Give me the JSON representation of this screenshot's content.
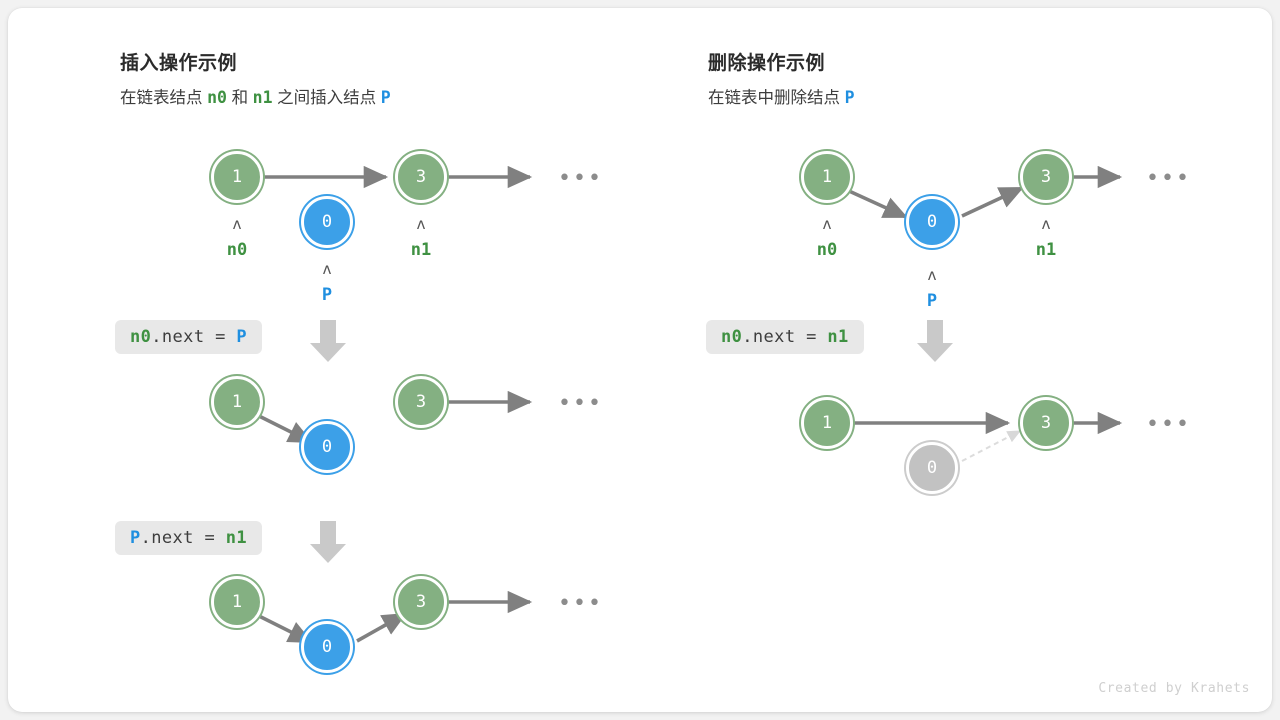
{
  "figure": {
    "credit": "Created by Krahets",
    "colors": {
      "green": "#84b082",
      "green_text": "#3f9142",
      "blue": "#3ca0e8",
      "blue_text": "#1f8fe0",
      "gray_node": "#c2c2c2",
      "wire": "#808080",
      "chip_bg": "#e8e8e8",
      "card_bg": "#ffffff",
      "page_bg": "#f2f2f2"
    }
  },
  "panels": [
    {
      "id": "insert",
      "title": "插入操作示例",
      "subtitle": {
        "pre": "在链表结点",
        "arg1": "n0",
        "mid": "和",
        "arg2": "n1",
        "post": "之间插入结点",
        "arg3": "P"
      },
      "steps": [
        {
          "code": {
            "target": "n0",
            "prop": ".next = ",
            "value": "P"
          },
          "nodes": [
            {
              "value": "1",
              "color": "green",
              "label": "n0"
            },
            {
              "value": "0",
              "color": "blue",
              "label": "P"
            },
            {
              "value": "3",
              "color": "green",
              "label": "n1"
            }
          ]
        },
        {
          "code": {
            "target": "P",
            "prop": ".next = ",
            "value": "n1"
          },
          "nodes": [
            {
              "value": "1",
              "color": "green",
              "label": ""
            },
            {
              "value": "0",
              "color": "blue",
              "label": ""
            },
            {
              "value": "3",
              "color": "green",
              "label": ""
            }
          ]
        }
      ]
    },
    {
      "id": "delete",
      "title": "删除操作示例",
      "subtitle": {
        "pre": "在链表中删除结点",
        "arg1": "P"
      },
      "steps": [
        {
          "code": {
            "target": "n0",
            "prop": ".next = ",
            "value": "n1"
          },
          "nodes": [
            {
              "value": "1",
              "color": "green",
              "label": "n0"
            },
            {
              "value": "0",
              "color": "blue",
              "label": "P"
            },
            {
              "value": "3",
              "color": "green",
              "label": "n1"
            }
          ]
        }
      ]
    }
  ],
  "labels": {
    "node_1": "1",
    "node_0": "0",
    "node_3": "3",
    "n0": "n0",
    "n1": "n1",
    "P": "P",
    "caret": "ʌ",
    "ellipsis": "•••"
  },
  "code_chips": {
    "left_step1_target": "n0",
    "left_step1_prop": ".next = ",
    "left_step1_value": "P",
    "left_step2_target": "P",
    "left_step2_prop": ".next = ",
    "left_step2_value": "n1",
    "right_step1_target": "n0",
    "right_step1_prop": ".next = ",
    "right_step1_value": "n1"
  }
}
